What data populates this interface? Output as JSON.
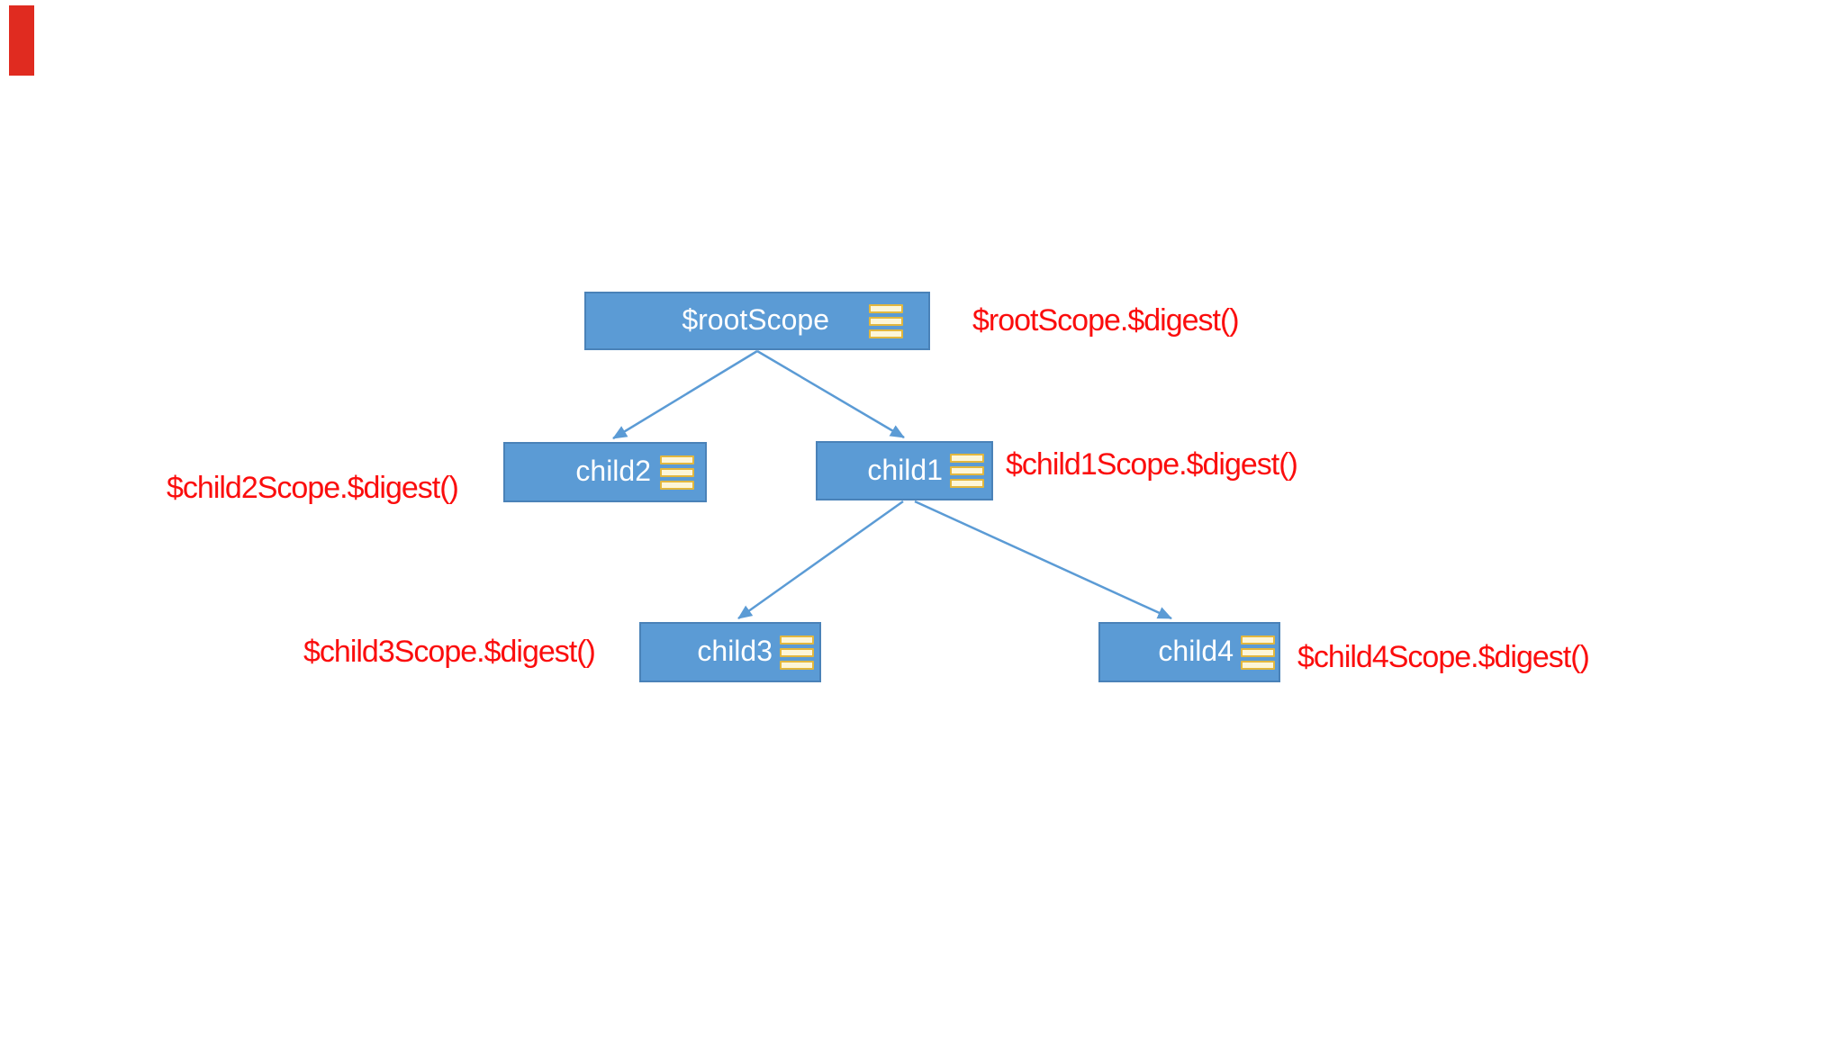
{
  "diagram": {
    "description": "AngularJS scope hierarchy tree with digest-call annotations",
    "nodes": [
      {
        "label": "$rootScope",
        "annotation": "$rootScope.$digest()"
      },
      {
        "label": "child2",
        "annotation": "$child2Scope.$digest()"
      },
      {
        "label": "child1",
        "annotation": "$child1Scope.$digest()"
      },
      {
        "label": "child3",
        "annotation": "$child3Scope.$digest()"
      },
      {
        "label": "child4",
        "annotation": "$child4Scope.$digest()"
      }
    ],
    "edges": [
      {
        "from": "$rootScope",
        "to": "child2"
      },
      {
        "from": "$rootScope",
        "to": "child1"
      },
      {
        "from": "child1",
        "to": "child3"
      },
      {
        "from": "child1",
        "to": "child4"
      }
    ],
    "icons": [
      {
        "name": "menu-icon",
        "appearance": "three stacked gold bars on each scope box"
      }
    ],
    "colors": {
      "node_fill": "#5b9bd5",
      "node_border": "#4a82b8",
      "node_text": "#ffffff",
      "connector_blue": "#5b9bd5",
      "annotation_red": "#fb0d0d",
      "icon_gold_border": "#e2b73e",
      "icon_cream_fill": "#fdf6d8",
      "corner_mark_red": "#e02b20",
      "background": "#ffffff"
    }
  }
}
